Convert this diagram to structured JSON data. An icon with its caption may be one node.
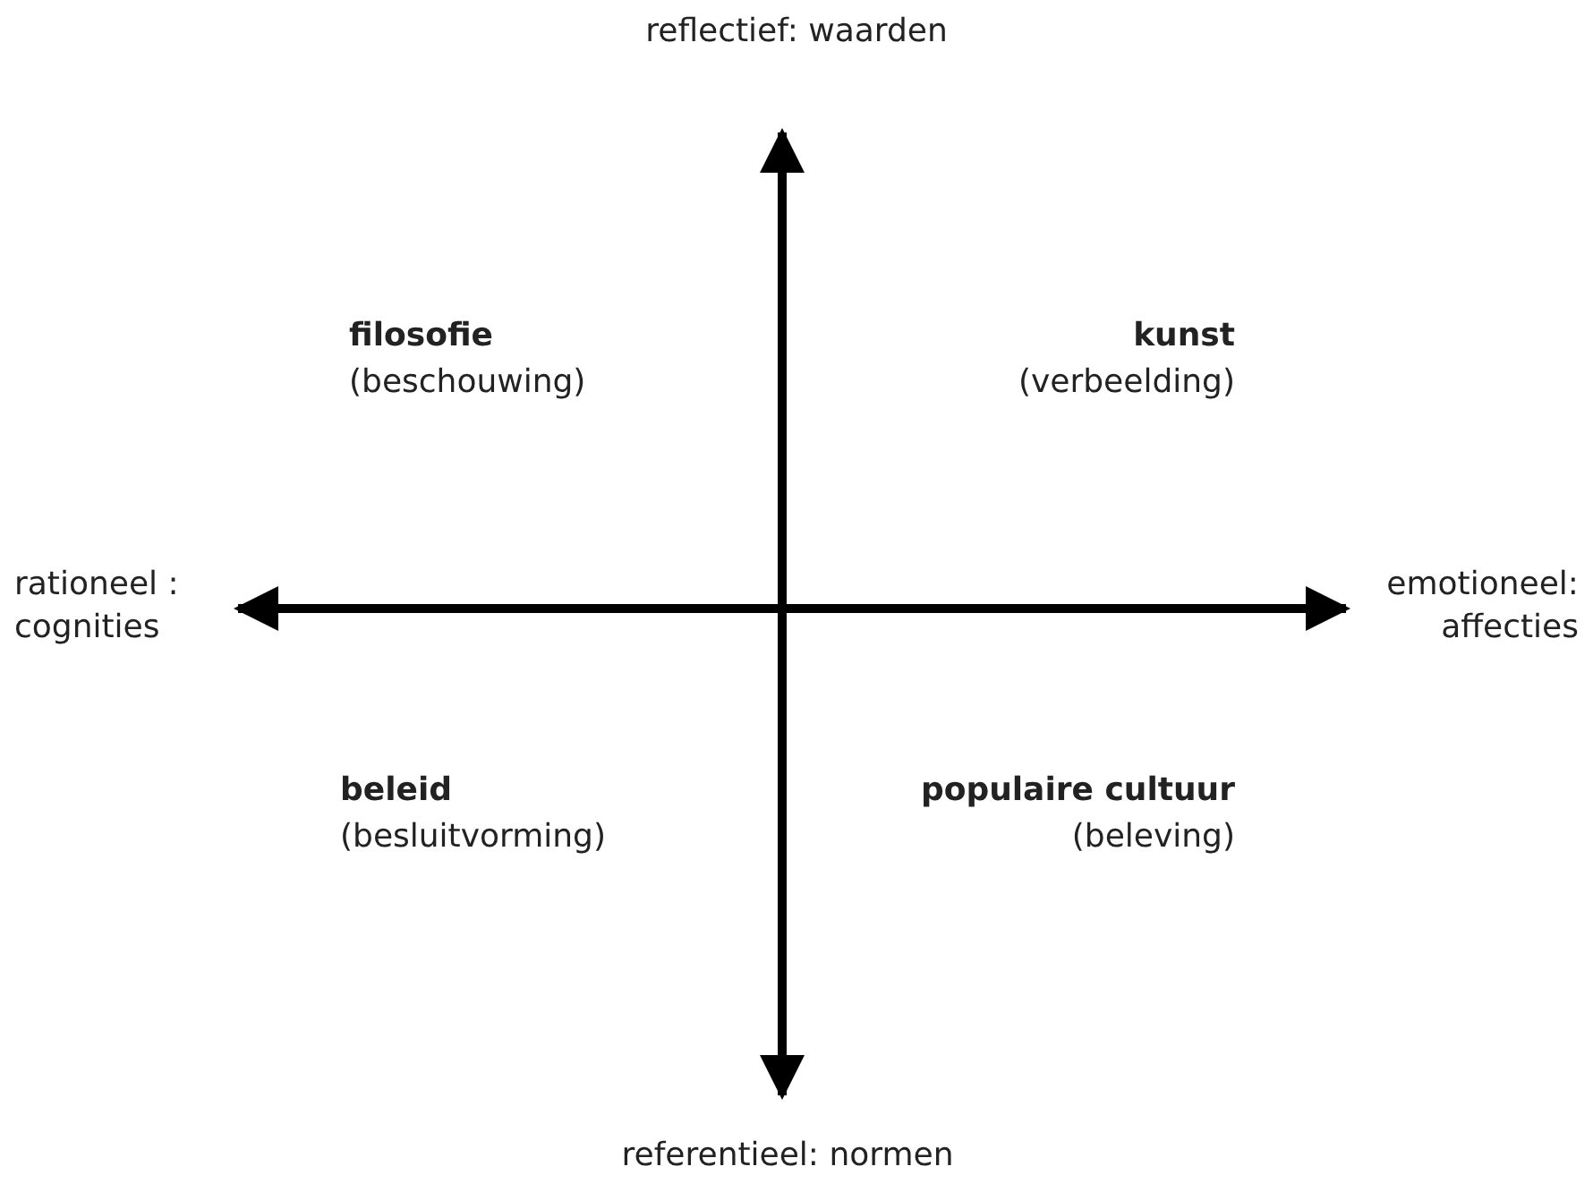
{
  "diagram": {
    "labels": [
      "reflectief: waarden",
      "filosofie",
      "(beschouwing)",
      "kunst",
      "(verbeelding)",
      "rationeel : cognities",
      "emotioneel: affecties",
      "beleid",
      "(besluitvorming)",
      "populaire cultuur",
      "(beleving)",
      "referentieel: normen"
    ]
  }
}
